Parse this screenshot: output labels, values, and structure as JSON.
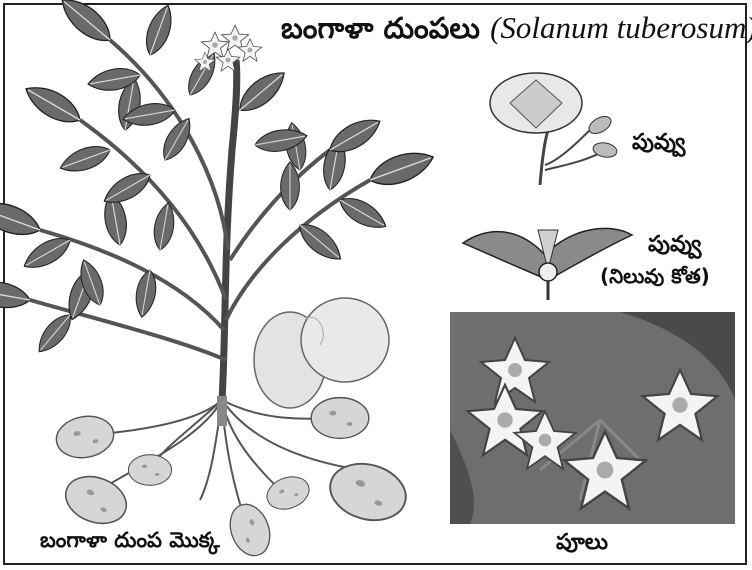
{
  "title": {
    "telugu": "బంగాళా దుంపలు",
    "scientific": "(Solanum tuberosum)"
  },
  "labels": {
    "flower": "పువ్వు",
    "flower_section_line1": "పువ్వు",
    "flower_section_line2": "(నిలువు కోత)",
    "plant": "బంగాళా దుంప మొక్క",
    "flowers_photo": "పూలు"
  },
  "colors": {
    "ink": "#1a1a1a",
    "leaf_dark": "#555555",
    "leaf_mid": "#8a8a8a",
    "tuber": "#d9d9d9",
    "photo_bg": "#6e6e6e"
  }
}
